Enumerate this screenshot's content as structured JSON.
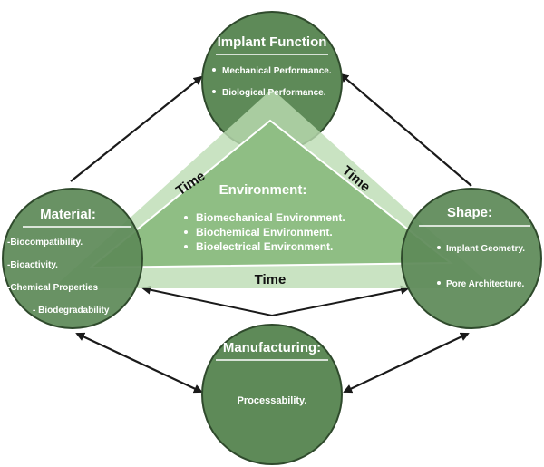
{
  "implant_function": {
    "title": "Implant Function",
    "items": [
      "Mechanical Performance.",
      "Biological Performance."
    ]
  },
  "material": {
    "title": "Material:",
    "items": [
      "-Biocompatibility.",
      "-Bioactivity.",
      "-Chemical Properties",
      "- Biodegradability"
    ]
  },
  "shape": {
    "title": "Shape:",
    "items": [
      "Implant Geometry.",
      "Pore Architecture."
    ]
  },
  "manufacturing": {
    "title": "Manufacturing:",
    "items": [
      "Processability."
    ]
  },
  "environment": {
    "title": "Environment:",
    "items": [
      "Biomechanical Environment.",
      "Biochemical Environment.",
      "Bioelectrical Environment."
    ]
  },
  "time_label": "Time",
  "colors": {
    "circle_fill": "#5e8a58",
    "circle_stroke": "#2f4a2c",
    "triangle_fill": "#8fbe84",
    "band_fill": "#bcdcb3",
    "arrow": "#1a1a1a"
  }
}
